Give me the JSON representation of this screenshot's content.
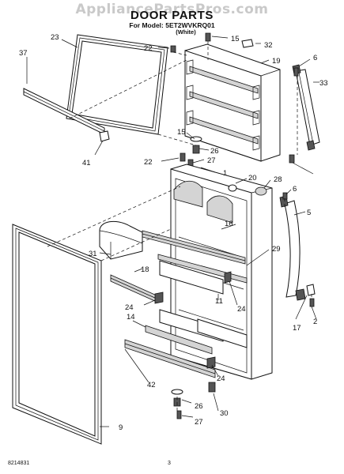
{
  "header": {
    "watermark": "AppliancePartsPros.com",
    "title": "DOOR PARTS",
    "model_line": "For Model: 5ET2WVKRQ01",
    "variant": "(White)"
  },
  "footer": {
    "doc_number": "8214831",
    "page_number": "3"
  },
  "callouts": [
    "23",
    "37",
    "41",
    "22",
    "15",
    "32",
    "19",
    "6",
    "33",
    "15",
    "26",
    "22",
    "27",
    "1",
    "20",
    "28",
    "6",
    "5",
    "16",
    "31",
    "29",
    "18",
    "24",
    "11",
    "24",
    "14",
    "17",
    "2",
    "42",
    "24",
    "26",
    "30",
    "27",
    "9"
  ]
}
